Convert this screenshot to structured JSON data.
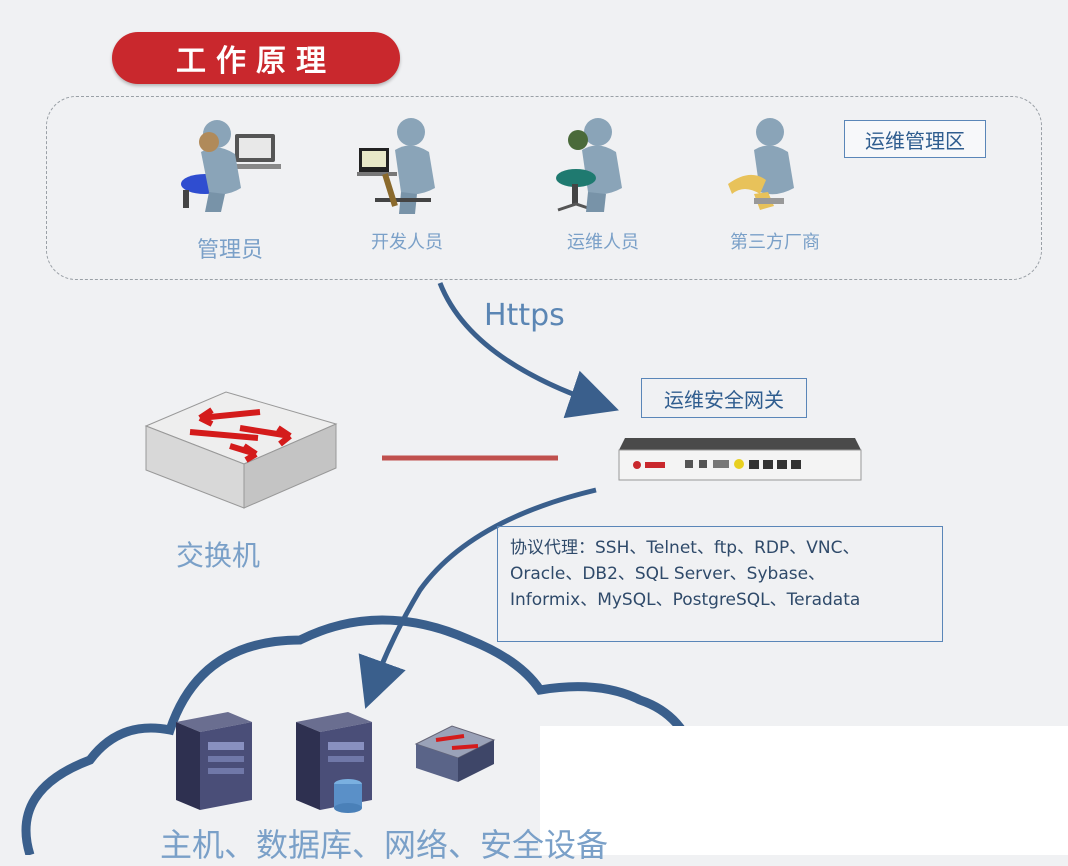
{
  "title": "工作原理",
  "zone": {
    "label": "运维管理区",
    "roles": [
      {
        "label": "管理员",
        "icon": "admin-person-icon"
      },
      {
        "label": "开发人员",
        "icon": "developer-person-icon"
      },
      {
        "label": "运维人员",
        "icon": "ops-person-icon"
      },
      {
        "label": "第三方厂商",
        "icon": "vendor-person-icon"
      }
    ]
  },
  "connection": {
    "protocol": "Https"
  },
  "gateway": {
    "label": "运维安全网关",
    "icon": "gateway-appliance-icon"
  },
  "switch": {
    "label": "交换机",
    "icon": "network-switch-icon"
  },
  "protocols": {
    "line1": "协议代理：SSH、Telnet、ftp、RDP、VNC、",
    "line2": "Oracle、DB2、SQL Server、Sybase、",
    "line3": "Informix、MySQL、PostgreSQL、Teradata"
  },
  "resources": {
    "label": "主机、数据库、网络、安全设备",
    "icons": [
      "server-icon",
      "database-server-icon",
      "network-device-icon",
      "firewall-icon"
    ]
  },
  "colors": {
    "accent": "#c9282d",
    "arrow": "#3a5f8c",
    "label": "#7aa0c8"
  }
}
